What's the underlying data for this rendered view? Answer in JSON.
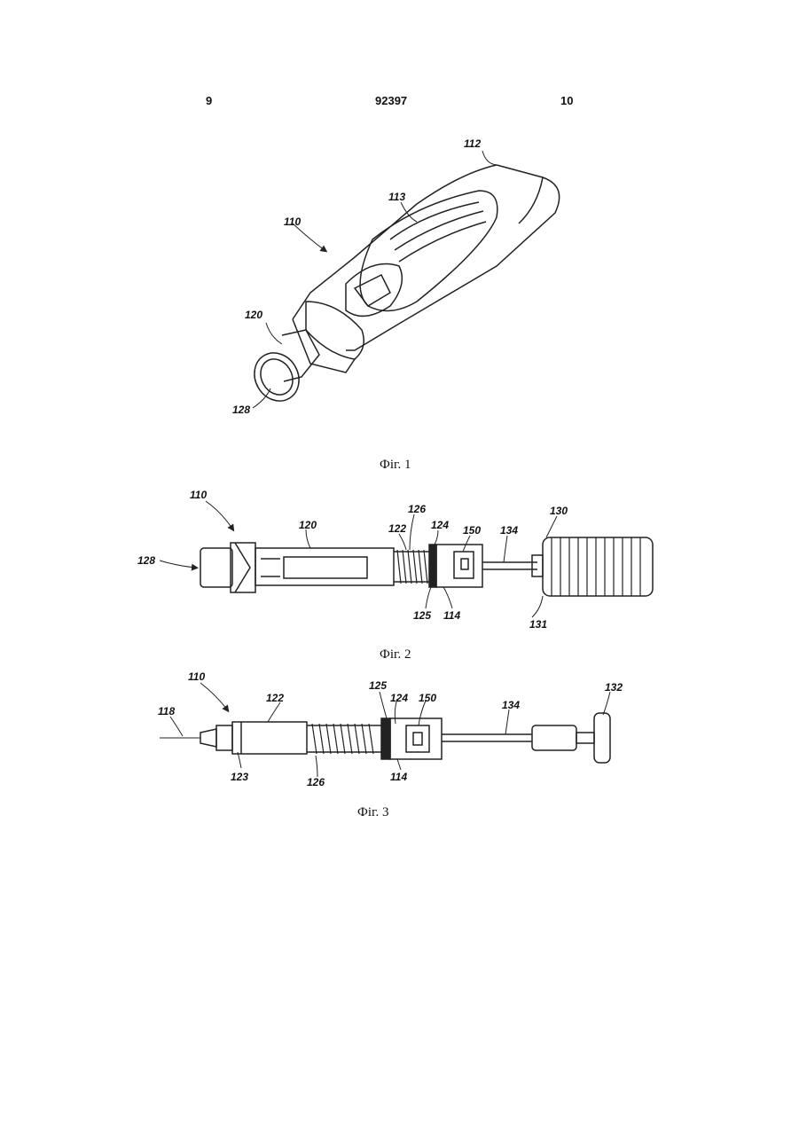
{
  "header": {
    "left_page": "9",
    "patent_number": "92397",
    "right_page": "10"
  },
  "figure1": {
    "caption": "Фіг. 1",
    "labels": [
      "112",
      "113",
      "110",
      "120",
      "128"
    ]
  },
  "figure2": {
    "caption": "Фіг. 2",
    "labels": [
      "110",
      "126",
      "120",
      "122",
      "124",
      "150",
      "134",
      "130",
      "128",
      "125",
      "114",
      "131"
    ]
  },
  "figure3": {
    "caption": "Фіг. 3",
    "labels": [
      "110",
      "125",
      "124",
      "150",
      "132",
      "118",
      "122",
      "134",
      "123",
      "126",
      "114"
    ]
  }
}
